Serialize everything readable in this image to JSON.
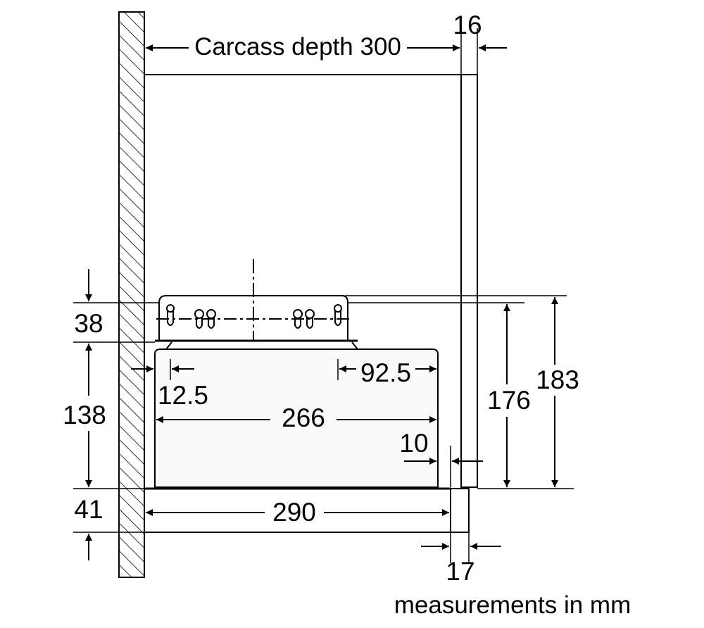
{
  "labels": {
    "carcass_depth": "Carcass depth 300",
    "panel_thickness": "16",
    "bracket_height": "38",
    "body_height": "138",
    "bottom_height": "41",
    "hole_offset_left": "12.5",
    "hole_offset_right": "92.5",
    "body_depth": "266",
    "front_gap": "10",
    "total_depth": "290",
    "front_panel_thickness": "17",
    "height_inner": "176",
    "height_outer": "183",
    "units_note": "measurements in mm"
  },
  "colors": {
    "stroke": "#000000",
    "background": "#ffffff",
    "body_fill": "#fafafa"
  }
}
